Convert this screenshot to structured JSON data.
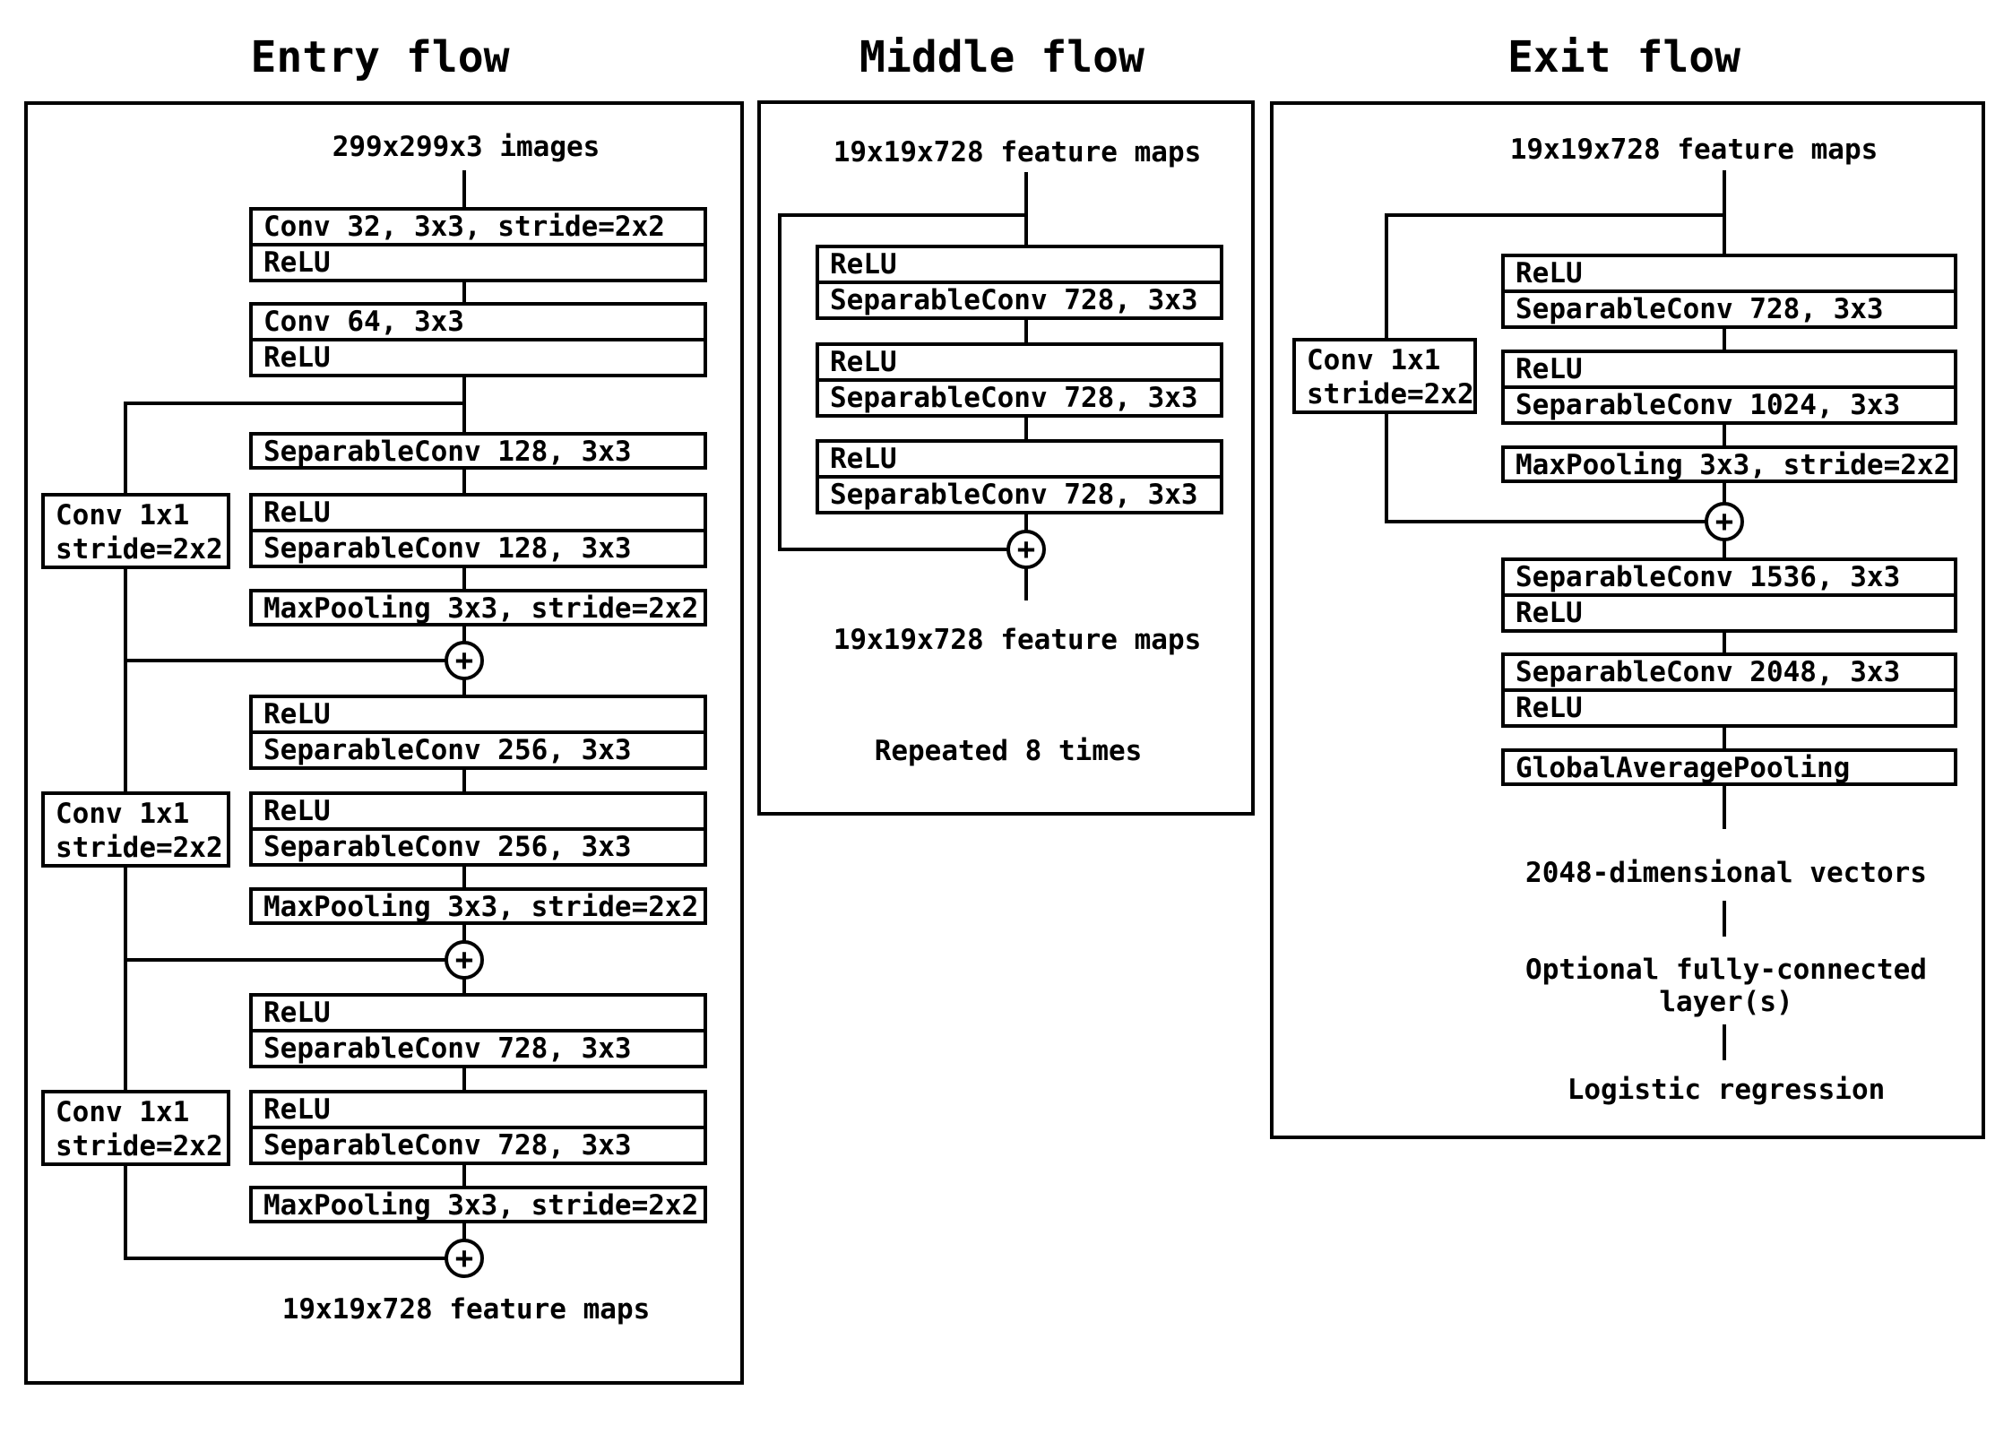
{
  "plus": "+",
  "entry": {
    "title": "Entry flow",
    "input_label": "299x299x3 images",
    "output_label": "19x19x728 feature maps",
    "stack": [
      {
        "rows": [
          "Conv 32, 3x3, stride=2x2",
          "ReLU"
        ]
      },
      {
        "rows": [
          "Conv 64, 3x3",
          "ReLU"
        ]
      },
      {
        "rows": [
          "SeparableConv 128, 3x3"
        ]
      },
      {
        "rows": [
          "ReLU",
          "SeparableConv 128, 3x3"
        ]
      },
      {
        "rows": [
          "MaxPooling 3x3, stride=2x2"
        ]
      },
      {
        "rows": [
          "ReLU",
          "SeparableConv 256, 3x3"
        ]
      },
      {
        "rows": [
          "ReLU",
          "SeparableConv 256, 3x3"
        ]
      },
      {
        "rows": [
          "MaxPooling 3x3, stride=2x2"
        ]
      },
      {
        "rows": [
          "ReLU",
          "SeparableConv 728, 3x3"
        ]
      },
      {
        "rows": [
          "ReLU",
          "SeparableConv 728, 3x3"
        ]
      },
      {
        "rows": [
          "MaxPooling 3x3, stride=2x2"
        ]
      }
    ],
    "skips": [
      {
        "line1": "Conv 1x1",
        "line2": "stride=2x2"
      },
      {
        "line1": "Conv 1x1",
        "line2": "stride=2x2"
      },
      {
        "line1": "Conv 1x1",
        "line2": "stride=2x2"
      }
    ]
  },
  "middle": {
    "title": "Middle flow",
    "input_label": "19x19x728 feature maps",
    "output_label": "19x19x728 feature maps",
    "repeat_label": "Repeated 8 times",
    "stack": [
      {
        "rows": [
          "ReLU",
          "SeparableConv 728, 3x3"
        ]
      },
      {
        "rows": [
          "ReLU",
          "SeparableConv 728, 3x3"
        ]
      },
      {
        "rows": [
          "ReLU",
          "SeparableConv 728, 3x3"
        ]
      }
    ]
  },
  "exit": {
    "title": "Exit flow",
    "input_label": "19x19x728 feature maps",
    "stack": [
      {
        "rows": [
          "ReLU",
          "SeparableConv 728, 3x3"
        ]
      },
      {
        "rows": [
          "ReLU",
          "SeparableConv 1024, 3x3"
        ]
      },
      {
        "rows": [
          "MaxPooling 3x3, stride=2x2"
        ]
      },
      {
        "rows": [
          "SeparableConv 1536, 3x3",
          "ReLU"
        ]
      },
      {
        "rows": [
          "SeparableConv 2048, 3x3",
          "ReLU"
        ]
      },
      {
        "rows": [
          "GlobalAveragePooling"
        ]
      }
    ],
    "skip": {
      "line1": "Conv 1x1",
      "line2": "stride=2x2"
    },
    "vectors_label": "2048-dimensional vectors",
    "fc_label_line1": "Optional fully-connected",
    "fc_label_line2": "layer(s)",
    "logistic_label": "Logistic regression"
  }
}
